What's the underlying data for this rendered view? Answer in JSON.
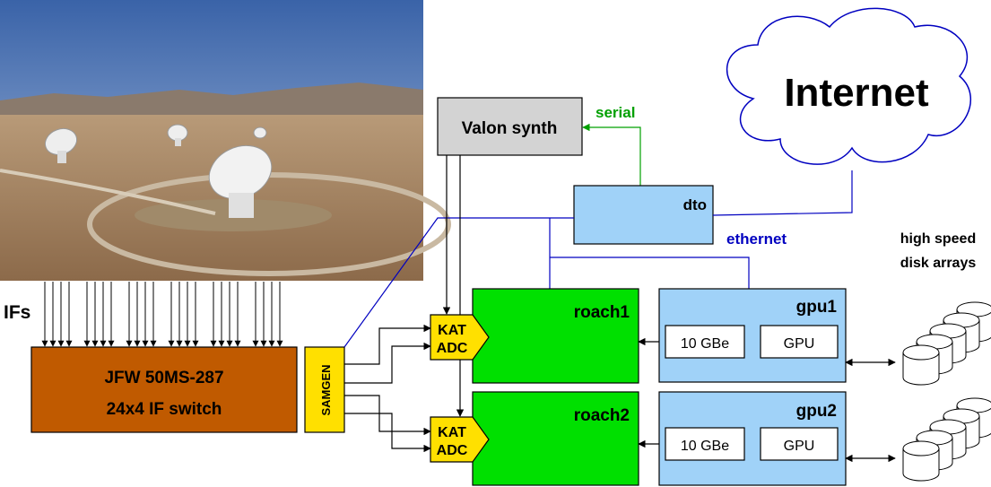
{
  "photo": {
    "description_icon": "radio-telescope-photo"
  },
  "labels": {
    "ifs": "IFs",
    "switch_line1": "JFW 50MS-287",
    "switch_line2": "24x4 IF switch",
    "samgen": "SAMGEN",
    "valon": "Valon synth",
    "serial": "serial",
    "dto": "dto",
    "ethernet": "ethernet",
    "internet": "Internet",
    "adc_line1": "KAT",
    "adc_line2": "ADC",
    "roach1": "roach1",
    "roach2": "roach2",
    "gpu1": "gpu1",
    "gpu2": "gpu2",
    "gbe": "10 GBe",
    "gpu": "GPU",
    "disk_line1": "high speed",
    "disk_line2": "disk arrays"
  },
  "colors": {
    "switch": "#c05a00",
    "samgen": "#ffe000",
    "adc": "#ffe000",
    "valon": "#d3d3d3",
    "dto": "#a0d2f8",
    "roach": "#00e000",
    "gpu_box": "#a0d2f8",
    "ethernet_line": "#0000c0",
    "serial_line": "#00a000",
    "cloud_line": "#0000c0"
  }
}
